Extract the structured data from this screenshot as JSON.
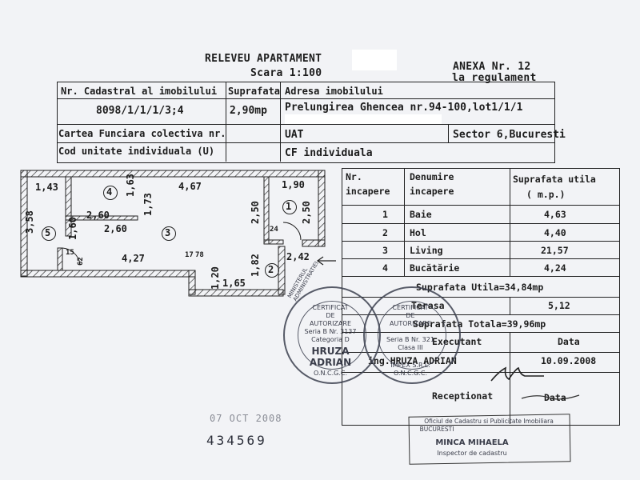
{
  "header": {
    "title": "RELEVEU APARTAMENT",
    "scale": "Scara 1:100",
    "annex_line1": "ANEXA Nr. 12",
    "annex_line2": "la regulament"
  },
  "top_table": {
    "cadastral_label": "Nr. Cadastral al imobilului",
    "cadastral_value": "8098/1/1/1/3;4",
    "surface_label": "Suprafata",
    "surface_value": "2,90mp",
    "address_label": "Adresa imobilului",
    "address_value": "Prelungirea Ghencea nr.94-100,lot1/1/1",
    "carte_label": "Cartea Funciara colectiva nr.",
    "uat_label": "UAT",
    "uat_value": "Sector 6,Bucuresti",
    "cod_label": "Cod unitate individuala (U)",
    "cf_value": "CF individuala"
  },
  "room_table": {
    "col_nr": [
      "Nr.",
      "incapere"
    ],
    "col_name": [
      "Denumire",
      "incapere"
    ],
    "col_area": [
      "Suprafata utila",
      "( m.p.)"
    ],
    "rows": [
      {
        "nr": "1",
        "name": "Baie",
        "area": "4,63"
      },
      {
        "nr": "2",
        "name": "Hol",
        "area": "4,40"
      },
      {
        "nr": "3",
        "name": "Living",
        "area": "21,57"
      },
      {
        "nr": "4",
        "name": "Bucătărie",
        "area": "4,24"
      }
    ],
    "useful_total": "Suprafata Utila=34,84mp",
    "terrace_label": "Terasa",
    "terrace_value": "5,12",
    "total": "Suprafata Totala=39,96mp",
    "executant_label": "Executant",
    "date_label": "Data",
    "executant_name": "ing.HRUZA ADRIAN",
    "date_value": "10.09.2008",
    "receptionat_label": "Receptionat",
    "data_label2": "Data"
  },
  "plan": {
    "d_143": "1,43",
    "d_467": "4,67",
    "d_190": "1,90",
    "d_163": "1,63",
    "d_173": "1,73",
    "d_260a": "2,60",
    "d_260b": "2,60",
    "d_358": "3,58",
    "d_160": "1,60",
    "d_250a": "2,50",
    "d_250b": "2,50",
    "d_24": "24",
    "d_242": "2,42",
    "d_427": "4,27",
    "d_15": "15",
    "d_62": "62",
    "d_17": "17",
    "d_78": "78",
    "d_182": "1,82",
    "d_120": "1,20",
    "d_165": "1,65",
    "room1": "1",
    "room2": "2",
    "room3": "3",
    "room4": "4",
    "room5": "5"
  },
  "stamps": {
    "left_ring": "MINISTERUL ADMINISTRATIEI",
    "left_l1": "CERTIFICAT",
    "left_l2": "DE",
    "left_l3": "AUTORIZARE",
    "left_l4": "Seria B Nr. 3137",
    "left_l5": "Categoria D",
    "left_name1": "HRUZA",
    "left_name2": "ADRIAN",
    "left_org": "O.N.C.G.C.",
    "right_l1": "CERTIFICAT",
    "right_l2": "DE",
    "right_l3": "AUTORIZARE",
    "right_l4": "Seria B Nr. 321",
    "right_l5": "Clasa III",
    "right_l6": "IMPEX S.R.L.",
    "right_org": "O.N.C.G.C.",
    "office_l1": "Oficiul de Cadastru si Publicitate Imobiliara",
    "office_l2": "BUCURESTI",
    "office_name": "MINCA MIHAELA",
    "office_role": "Inspector de cadastru",
    "date_stamp": "07 OCT 2008",
    "number_stamp": "434569"
  }
}
